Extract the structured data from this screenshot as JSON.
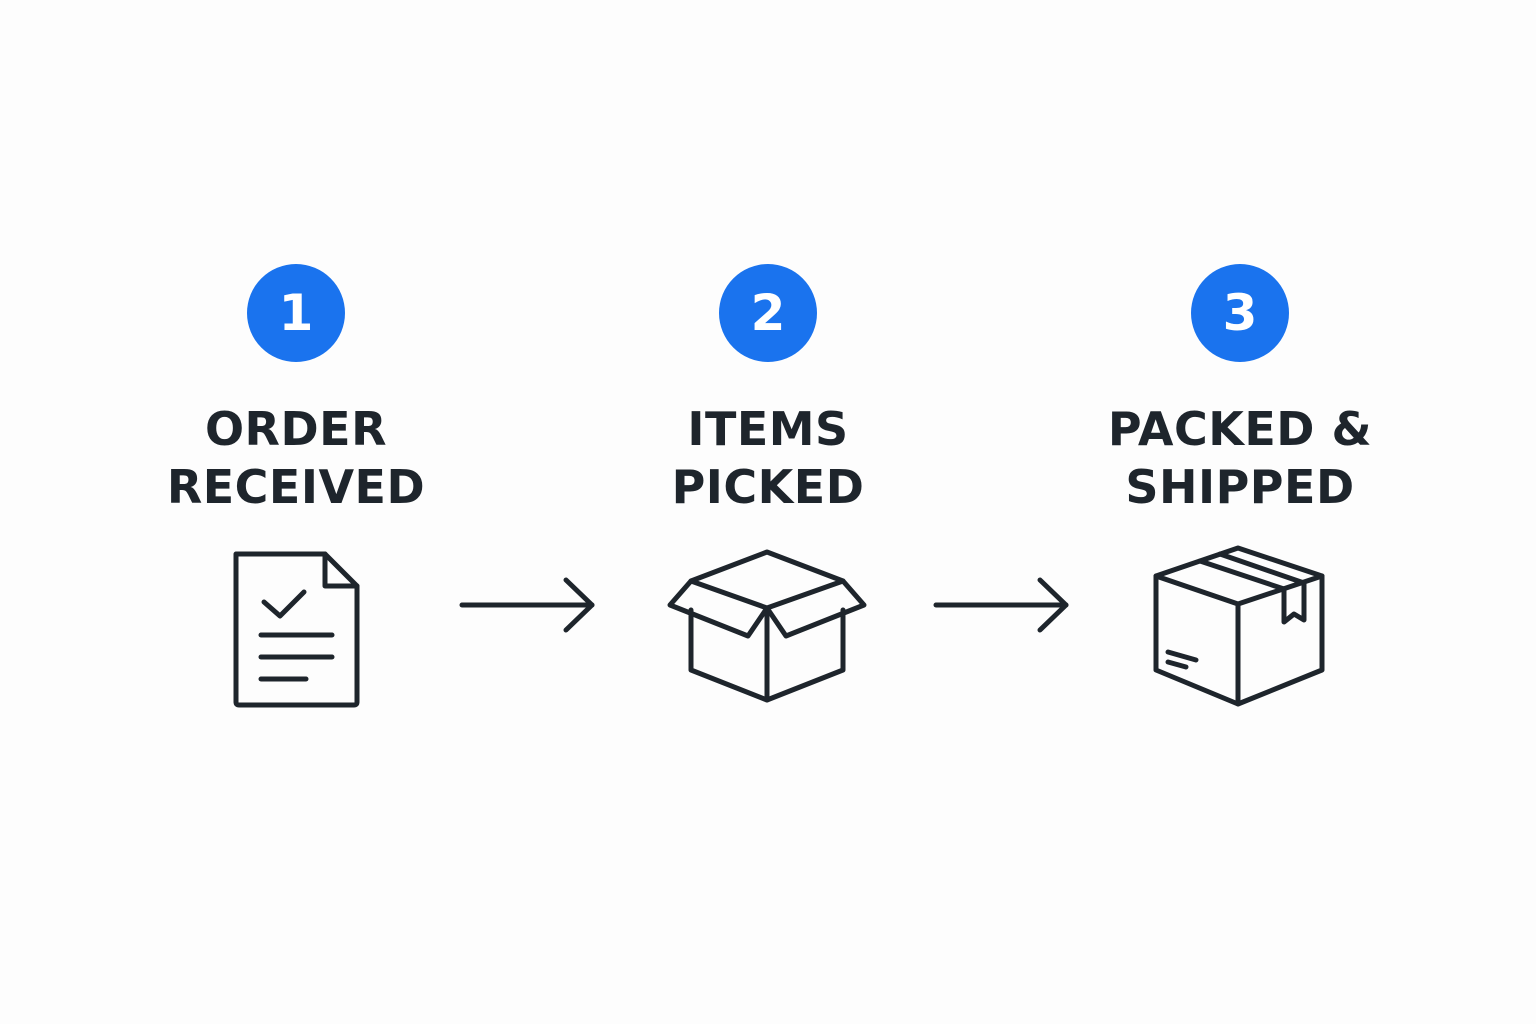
{
  "colors": {
    "accent": "#1a73ee",
    "stroke": "#1e252c",
    "background": "#fdfdfd"
  },
  "steps": [
    {
      "number": "1",
      "title_line1": "ORDER",
      "title_line2": "RECEIVED",
      "icon": "checklist-document-icon"
    },
    {
      "number": "2",
      "title_line1": "ITEMS",
      "title_line2": "PICKED",
      "icon": "open-box-icon"
    },
    {
      "number": "3",
      "title_line1": "PACKED &",
      "title_line2": "SHIPPED",
      "icon": "sealed-package-icon"
    }
  ],
  "connectors": [
    {
      "from": "1",
      "to": "2",
      "icon": "arrow-right-icon"
    },
    {
      "from": "2",
      "to": "3",
      "icon": "arrow-right-icon"
    }
  ]
}
